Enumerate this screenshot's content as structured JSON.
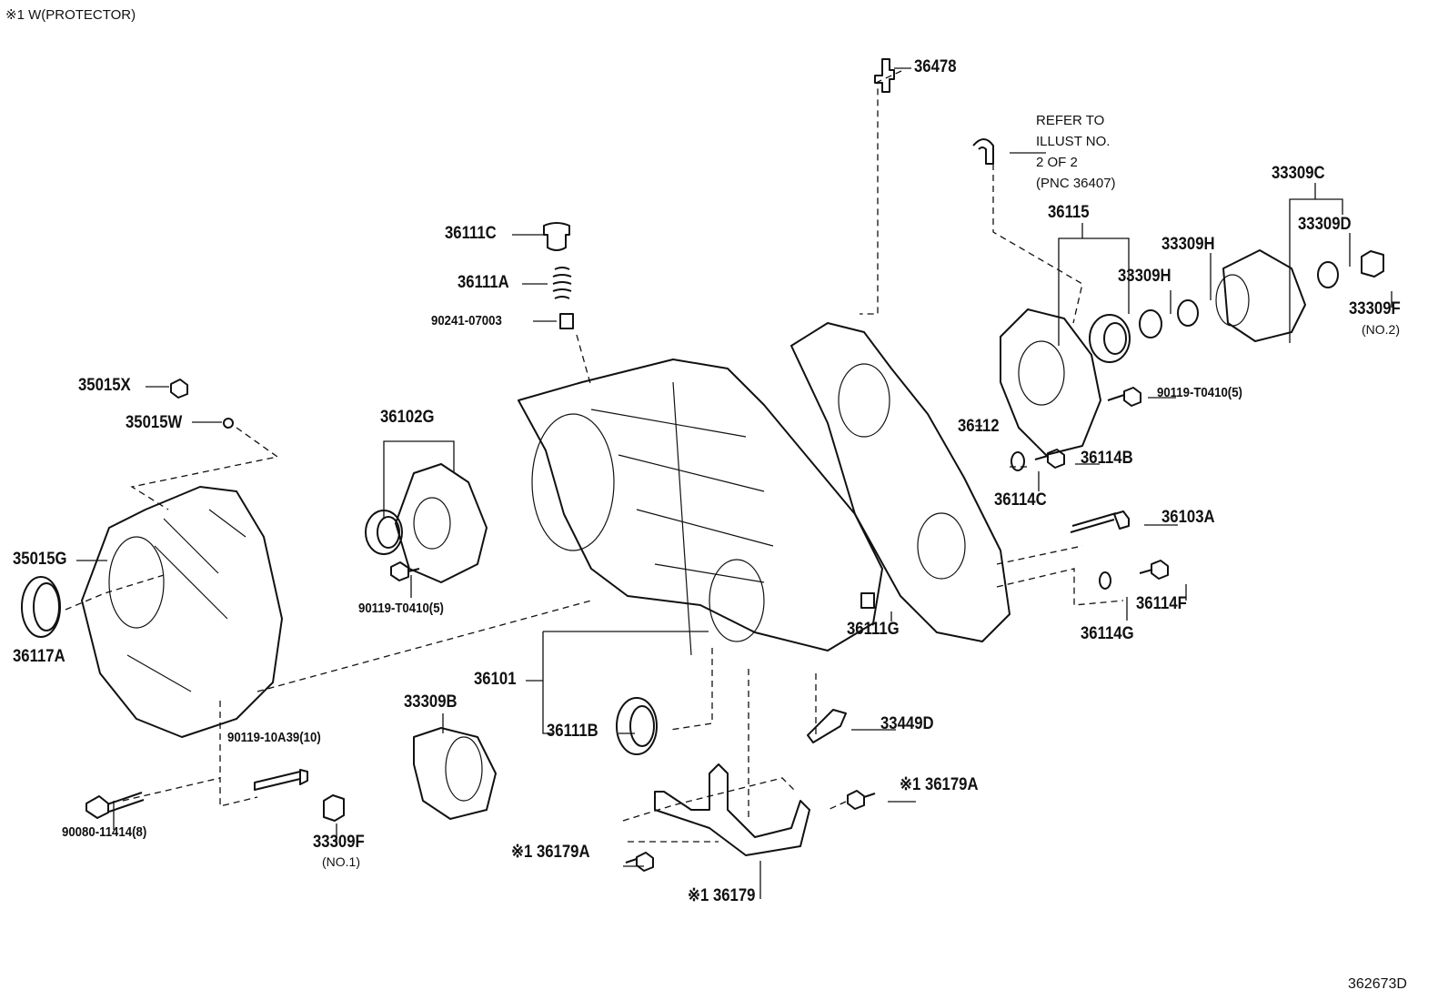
{
  "header": {
    "protector_note": "※1 W(PROTECTOR)"
  },
  "footer": {
    "illustration_id": "362673D"
  },
  "refer_note": {
    "text": "REFER TO\nILLUST NO.\n2 OF 2\n(PNC 36407)"
  },
  "labels": {
    "l36478": "36478",
    "l36111C": "36111C",
    "l36111A": "36111A",
    "l90241": "90241-07003",
    "l35015X": "35015X",
    "l35015W": "35015W",
    "l36102G": "36102G",
    "l35015G": "35015G",
    "l36117A": "36117A",
    "l90119a": "90119-T0410(5)",
    "l36101": "36101",
    "l36111B": "36111B",
    "l33309B": "33309B",
    "l90119b": "90119-10A39(10)",
    "l90080": "90080-11414(8)",
    "l33309F1": "33309F",
    "l33309F1sub": "(NO.1)",
    "l36115": "36115",
    "l33309C": "33309C",
    "l33309D": "33309D",
    "l33309H1": "33309H",
    "l33309H2": "33309H",
    "l33309F2": "33309F",
    "l33309F2sub": "(NO.2)",
    "l90119c": "90119-T0410(5)",
    "l36112": "36112",
    "l36114B": "36114B",
    "l36114C": "36114C",
    "l36103A": "36103A",
    "l36114F": "36114F",
    "l36114G": "36114G",
    "l36111G": "36111G",
    "l33449D": "33449D",
    "l136179A1": "※1 36179A",
    "l136179A2": "※1 36179A",
    "l136179": "※1 36179"
  }
}
